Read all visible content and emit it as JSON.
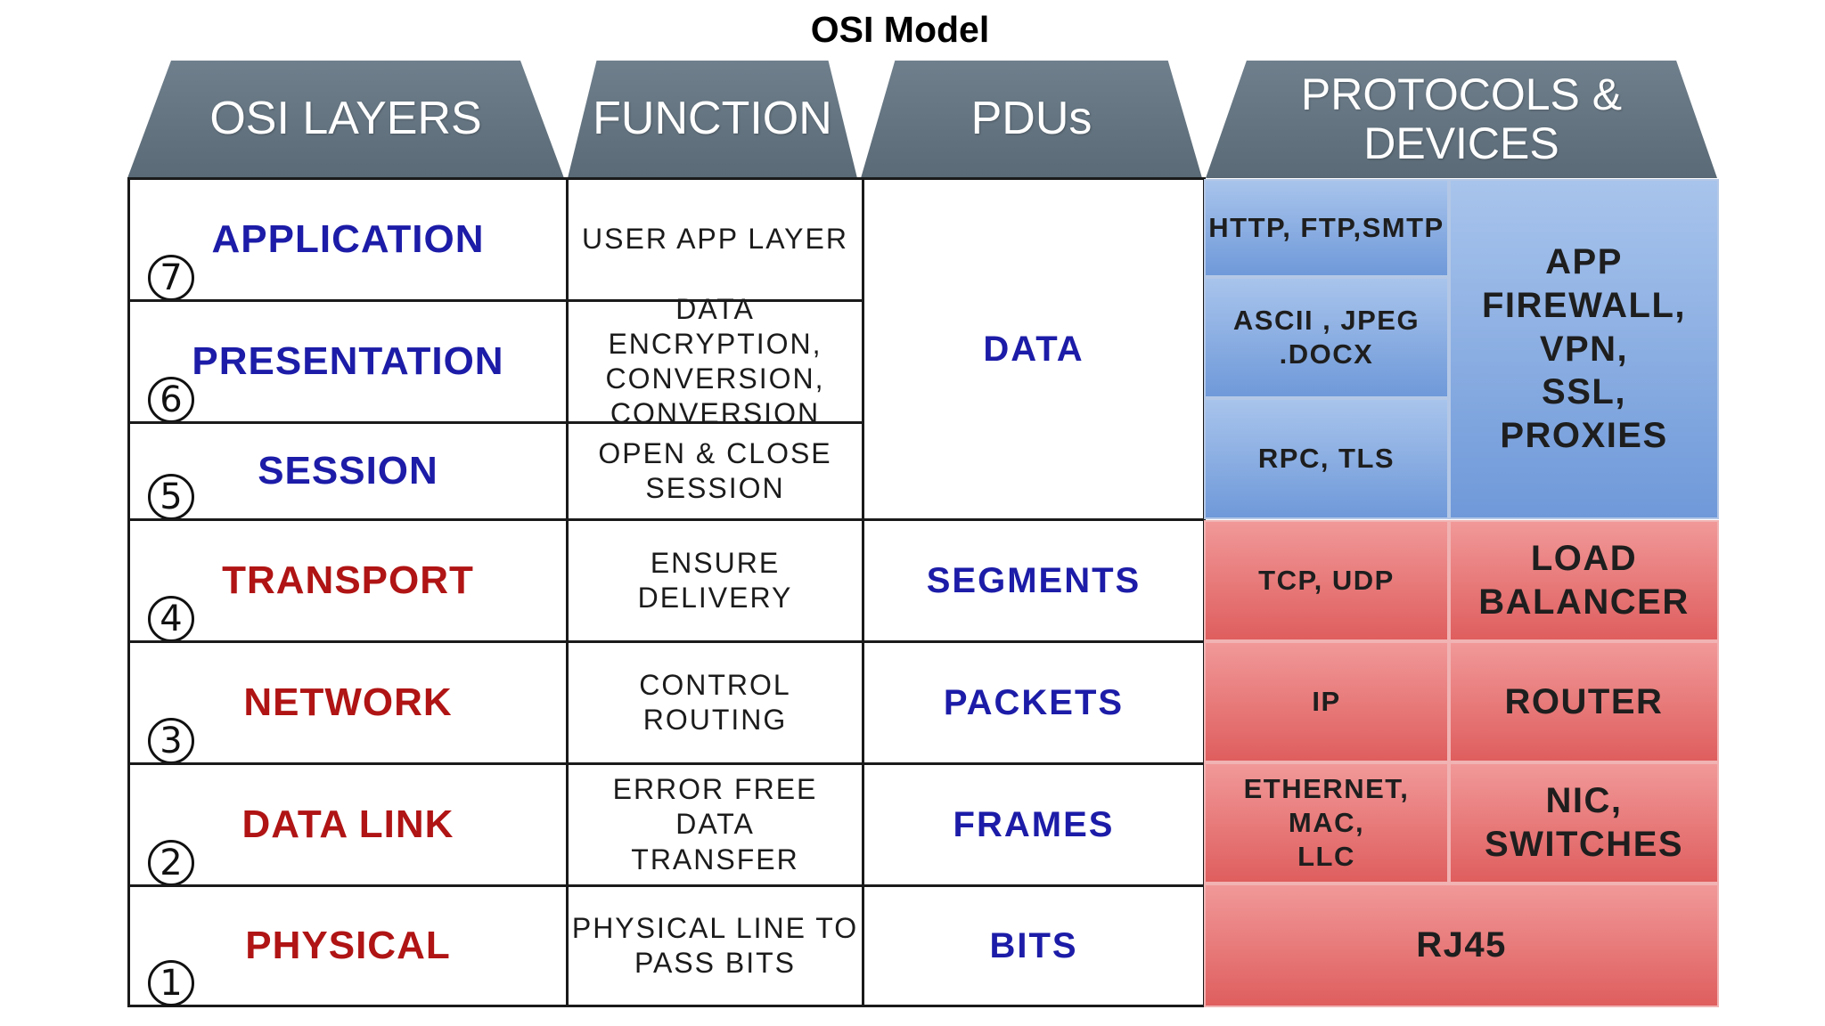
{
  "title": "OSI Model",
  "headers": {
    "layers": "OSI LAYERS",
    "function": "FUNCTION",
    "pdus": "PDUs",
    "protocols": "PROTOCOLS &\nDEVICES"
  },
  "layers": [
    {
      "num": "7",
      "name": "APPLICATION",
      "function": "USER APP LAYER",
      "color": "#1c1ca8"
    },
    {
      "num": "6",
      "name": "PRESENTATION",
      "function": "DATA ENCRYPTION,\nCONVERSION,\nCONVERSION",
      "color": "#1c1ca8"
    },
    {
      "num": "5",
      "name": "SESSION",
      "function": "OPEN & CLOSE\nSESSION",
      "color": "#1c1ca8"
    },
    {
      "num": "4",
      "name": "TRANSPORT",
      "function": "ENSURE DELIVERY",
      "color": "#b01414"
    },
    {
      "num": "3",
      "name": "NETWORK",
      "function": "CONTROL ROUTING",
      "color": "#b01414"
    },
    {
      "num": "2",
      "name": "DATA LINK",
      "function": "ERROR FREE DATA\nTRANSFER",
      "color": "#b01414"
    },
    {
      "num": "1",
      "name": "PHYSICAL",
      "function": "PHYSICAL LINE TO\nPASS BITS",
      "color": "#b01414"
    }
  ],
  "pdus": {
    "upper": "DATA",
    "transport": "SEGMENTS",
    "network": "PACKETS",
    "datalink": "FRAMES",
    "physical": "BITS"
  },
  "protocols": {
    "application": "HTTP, FTP,SMTP",
    "presentation": "ASCII , JPEG\n.DOCX",
    "session": "RPC, TLS",
    "transport": "TCP, UDP",
    "network": "IP",
    "datalink": "ETHERNET,\nMAC,\nLLC"
  },
  "devices": {
    "upper": "APP\nFIREWALL,\nVPN,\nSSL,\nPROXIES",
    "transport": "LOAD\nBALANCER",
    "network": "ROUTER",
    "datalink": "NIC,\nSWITCHES",
    "physical": "RJ45"
  },
  "colors": {
    "header": "#657582",
    "blue_fill": "#8db0e3",
    "red_fill": "#e87c7c",
    "upper_text": "#1c1ca8",
    "lower_text": "#b01414"
  }
}
